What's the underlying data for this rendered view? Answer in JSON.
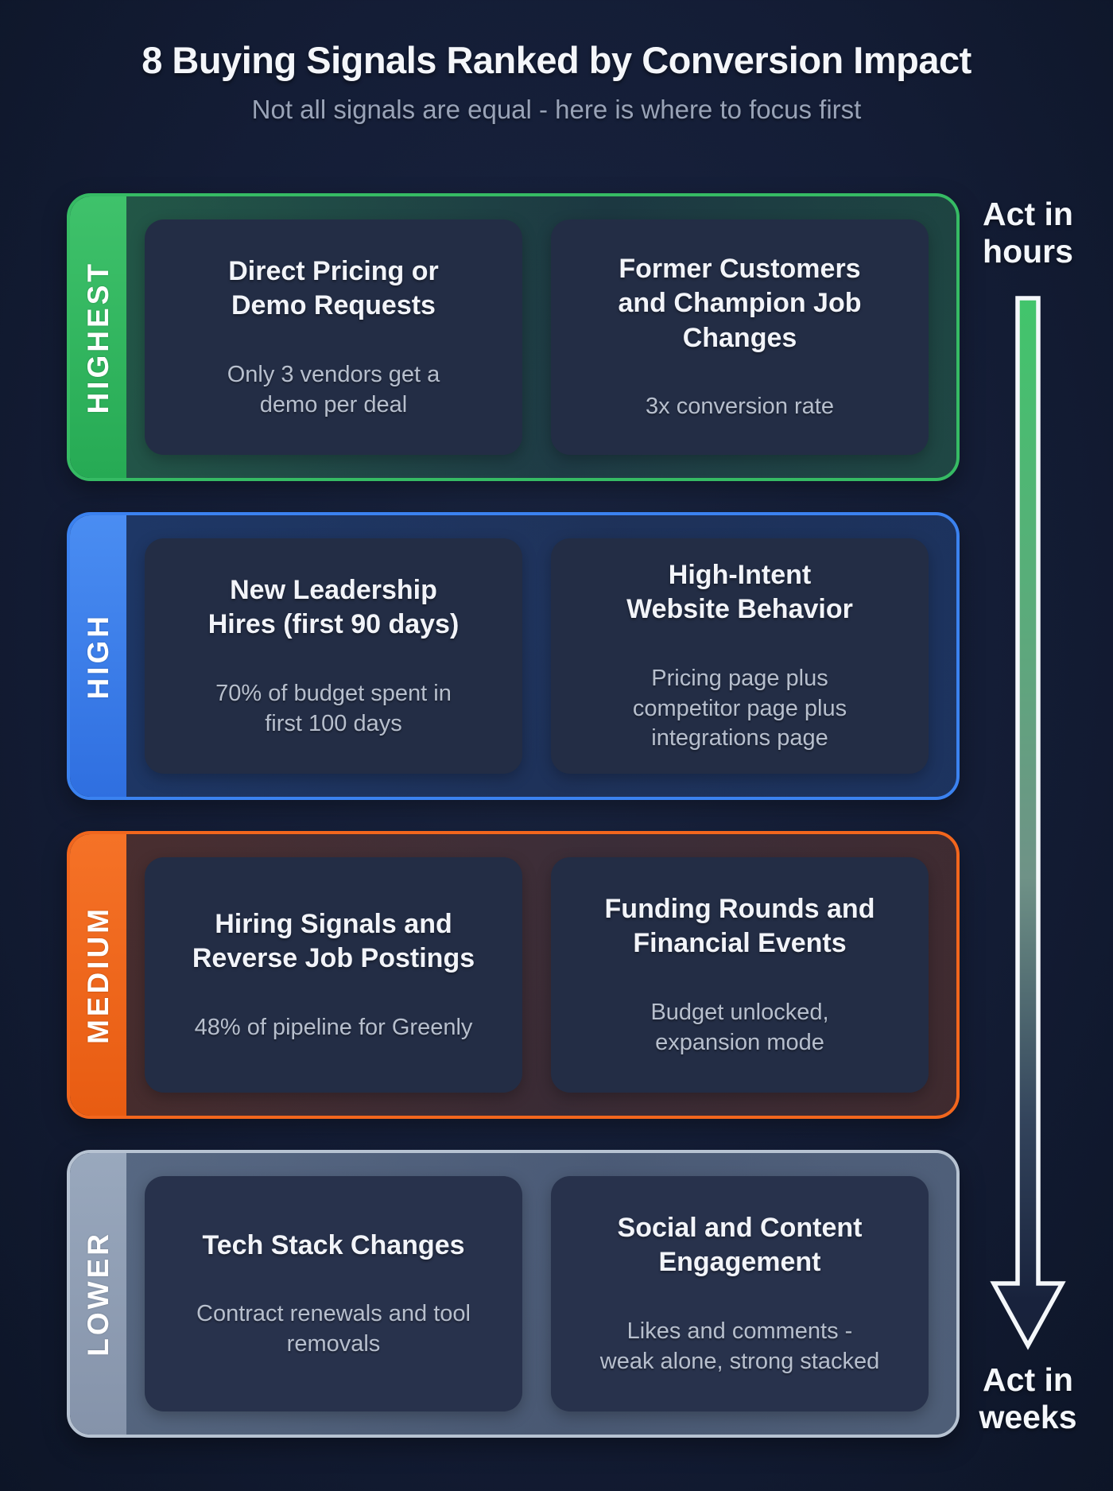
{
  "header": {
    "title": "8 Buying Signals Ranked by Conversion Impact",
    "subtitle": "Not all signals are equal - here is where to focus first"
  },
  "timeline": {
    "top_label": "Act in\nhours",
    "bottom_label": "Act in\nweeks",
    "arrow_color_top": "#41c56b",
    "arrow_outline_color": "#f4f7fa"
  },
  "tiers": [
    {
      "label": "HIGHEST",
      "accent_color": "#36bb64",
      "cards": [
        {
          "title": "Direct Pricing or\nDemo Requests",
          "desc": "Only 3 vendors get a\ndemo per deal"
        },
        {
          "title": "Former Customers\nand Champion Job\nChanges",
          "desc": "3x conversion rate"
        }
      ]
    },
    {
      "label": "HIGH",
      "accent_color": "#3b82f0",
      "cards": [
        {
          "title": "New Leadership\nHires (first 90 days)",
          "desc": "70% of budget spent in\nfirst 100 days"
        },
        {
          "title": "High-Intent\nWebsite Behavior",
          "desc": "Pricing page plus\ncompetitor page plus\nintegrations page"
        }
      ]
    },
    {
      "label": "MEDIUM",
      "accent_color": "#f2661d",
      "cards": [
        {
          "title": "Hiring Signals and\nReverse Job Postings",
          "desc": "48% of pipeline for Greenly"
        },
        {
          "title": "Funding Rounds and\nFinancial Events",
          "desc": "Budget unlocked,\nexpansion mode"
        }
      ]
    },
    {
      "label": "LOWER",
      "accent_color": "#9aa9bf",
      "cards": [
        {
          "title": "Tech Stack Changes",
          "desc": "Contract renewals and tool\nremovals"
        },
        {
          "title": "Social and Content\nEngagement",
          "desc": "Likes and comments -\nweak alone, strong stacked"
        }
      ]
    }
  ]
}
